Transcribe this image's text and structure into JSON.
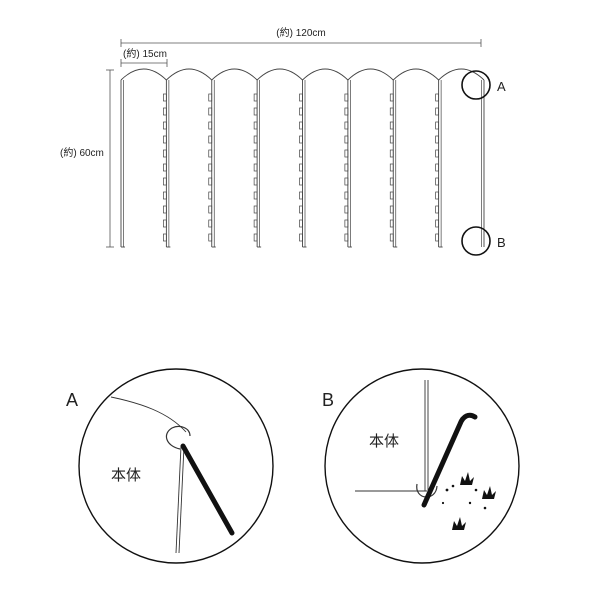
{
  "diagram": {
    "dimensions": {
      "total_width": "(約) 120cm",
      "panel_width": "(約) 15cm",
      "height": "(約) 60cm"
    },
    "fence": {
      "panel_count": 8
    },
    "callouts": {
      "a": "A",
      "b": "B"
    },
    "detail_a": {
      "title": "A",
      "body_label": "本体"
    },
    "detail_b": {
      "title": "B",
      "body_label": "本体"
    }
  }
}
